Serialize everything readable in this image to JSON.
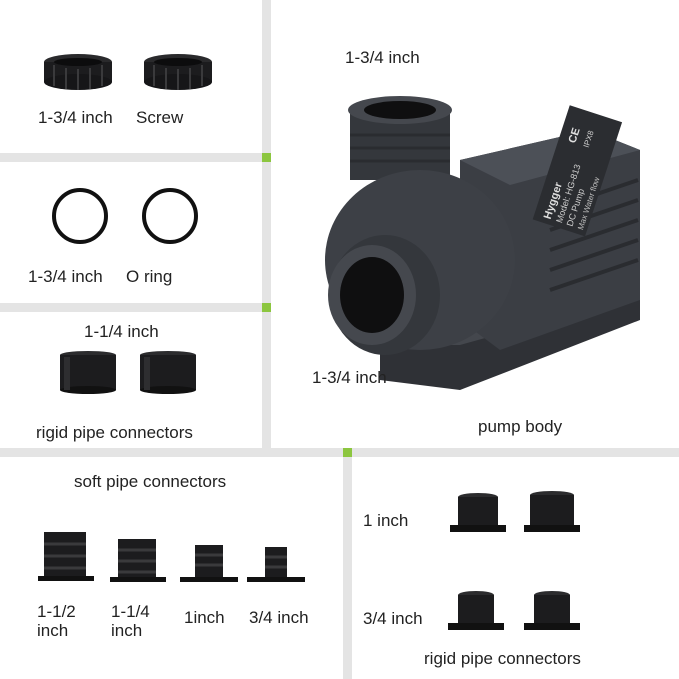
{
  "labels": {
    "nut_size": "1-3/4 inch",
    "nut_name": "Screw",
    "oring_size": "1-3/4 inch",
    "oring_name": "O ring",
    "rigid_top_size": "1-1/4 inch",
    "rigid_top_caption": "rigid pipe connectors",
    "pump_top_size": "1-3/4 inch",
    "pump_side_size": "1-3/4 inch",
    "pump_caption": "pump body",
    "soft_caption": "soft pipe connectors",
    "soft_sizes": [
      "1-1/2",
      "1-1/4",
      "1inch",
      "3/4 inch"
    ],
    "soft_sizes_line2": [
      "inch",
      "inch"
    ],
    "rigid_right_1inch": "1 inch",
    "rigid_right_34inch": "3/4 inch",
    "rigid_right_caption": "rigid pipe connectors"
  },
  "pump_label": {
    "brand": "Hygger",
    "model": "Model: HG-813",
    "line2": "DC Pump",
    "line3": "Max Water flow",
    "ce": "CE",
    "ip": "IPX8"
  },
  "colors": {
    "background": "#ffffff",
    "divider": "#e4e4e4",
    "accent": "#8cc63f",
    "part_dark": "#1c1c1e",
    "pump_body": "#3b3e44"
  }
}
